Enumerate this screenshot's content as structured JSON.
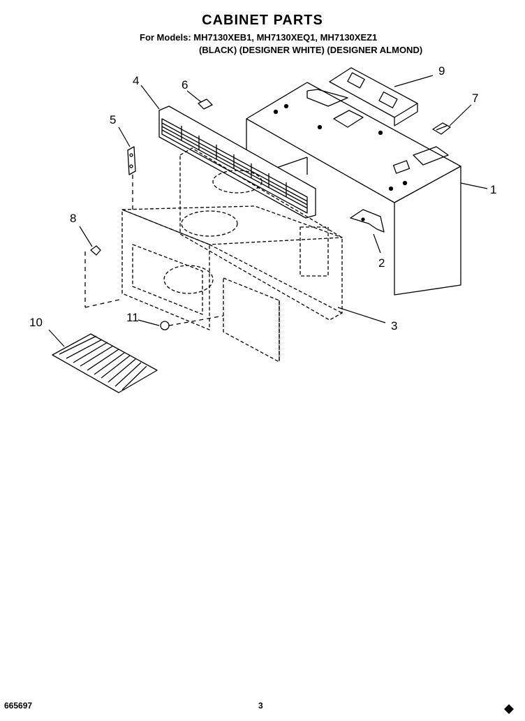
{
  "header": {
    "title": "CABINET PARTS",
    "models_line": "For Models: MH7130XEB1, MH7130XEQ1, MH7130XEZ1",
    "colors_line": "(BLACK)  (DESIGNER WHITE) (DESIGNER ALMOND)"
  },
  "callouts": [
    {
      "id": "1",
      "text": "1"
    },
    {
      "id": "2",
      "text": "2"
    },
    {
      "id": "3",
      "text": "3"
    },
    {
      "id": "4",
      "text": "4"
    },
    {
      "id": "5",
      "text": "5"
    },
    {
      "id": "6",
      "text": "6"
    },
    {
      "id": "7",
      "text": "7"
    },
    {
      "id": "8",
      "text": "8"
    },
    {
      "id": "9",
      "text": "9"
    },
    {
      "id": "10",
      "text": "10"
    },
    {
      "id": "11",
      "text": "11"
    }
  ],
  "footer": {
    "part_number": "665697",
    "page": "3"
  }
}
